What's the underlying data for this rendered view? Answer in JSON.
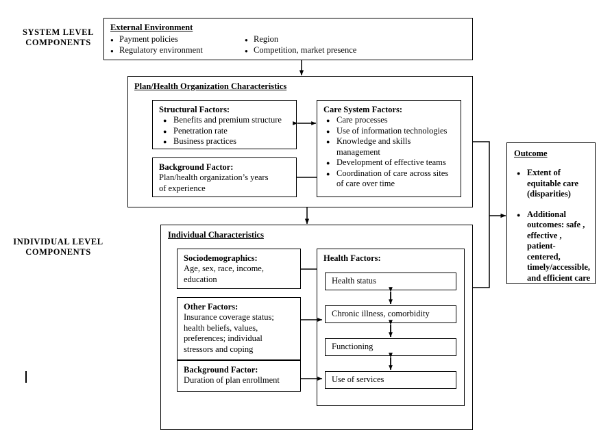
{
  "diagram": {
    "title_hidden": "Conceptual framework of system and individual level components affecting outcomes",
    "level_labels": {
      "system": "SYSTEM LEVEL\nCOMPONENTS",
      "system_line1": "SYSTEM LEVEL",
      "system_line2": "COMPONENTS",
      "individual_line1": "INDIVIDUAL LEVEL",
      "individual_line2": "COMPONENTS"
    },
    "external_environment": {
      "header": "External Environment",
      "column_left": [
        "Payment policies",
        "Regulatory environment"
      ],
      "column_right": [
        "Region",
        "Competition, market presence"
      ]
    },
    "plan_organization": {
      "header": "Plan/Health Organization Characteristics",
      "structural_factors": {
        "header": "Structural Factors:",
        "items": [
          "Benefits and premium structure",
          "Penetration rate",
          "Business practices"
        ]
      },
      "background_factor": {
        "header": "Background Factor:",
        "body_line1": "Plan/health organization’s years",
        "body_line2": "of experience"
      },
      "care_system_factors": {
        "header": "Care System Factors:",
        "items": [
          "Care processes",
          "Use of information technologies",
          "Knowledge and skills management",
          "Development of effective teams",
          "Coordination of care across sites of care over time"
        ]
      }
    },
    "individual_characteristics": {
      "header": "Individual Characteristics",
      "sociodemographics": {
        "header": "Sociodemographics:",
        "body_line1": "Age, sex, race, income,",
        "body_line2": "education"
      },
      "other_factors": {
        "header": "Other Factors:",
        "body_line1": "Insurance coverage status;",
        "body_line2": "health beliefs, values,",
        "body_line3": "preferences; individual",
        "body_line4": "stressors and coping"
      },
      "background_factor": {
        "header": "Background Factor:",
        "body_line1": "Duration of plan enrollment"
      },
      "health_factors": {
        "header": "Health Factors:",
        "items": [
          "Health status",
          "Chronic illness, comorbidity",
          "Functioning",
          "Use of services"
        ]
      }
    },
    "outcome": {
      "header": "Outcome",
      "items": [
        "Extent of equitable care (disparities)",
        "Additional outcomes: safe, effective, patient-centered, timely/accessible, and efficient care"
      ],
      "item1_lines": [
        "Extent of",
        "equitable care",
        "(disparities)"
      ],
      "item2_lines": [
        "Additional",
        "outcomes: safe ,",
        "effective , patient-",
        "centered,",
        "timely/accessible,",
        "and efficient care"
      ]
    },
    "colors": {
      "ink": "#000000",
      "paper": "#ffffff"
    }
  }
}
